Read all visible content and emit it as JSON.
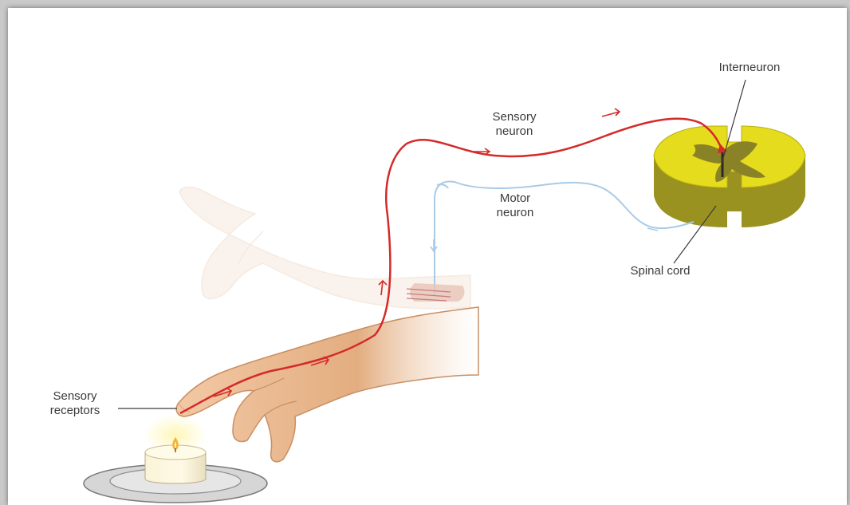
{
  "labels": {
    "interneuron": "Interneuron",
    "sensory_neuron_line1": "Sensory",
    "sensory_neuron_line2": "neuron",
    "motor_neuron_line1": "Motor",
    "motor_neuron_line2": "neuron",
    "spinal_cord": "Spinal cord",
    "sensory_receptors_line1": "Sensory",
    "sensory_receptors_line2": "receptors"
  },
  "colors": {
    "sensory_neuron": "#d42a2a",
    "motor_neuron": "#9ec4e6",
    "spinal_cord_white_matter": "#e6dc1e",
    "spinal_cord_gray_matter": "#8a8226",
    "skin": "#e8b98f",
    "skin_faded": "#f3e2d2"
  }
}
